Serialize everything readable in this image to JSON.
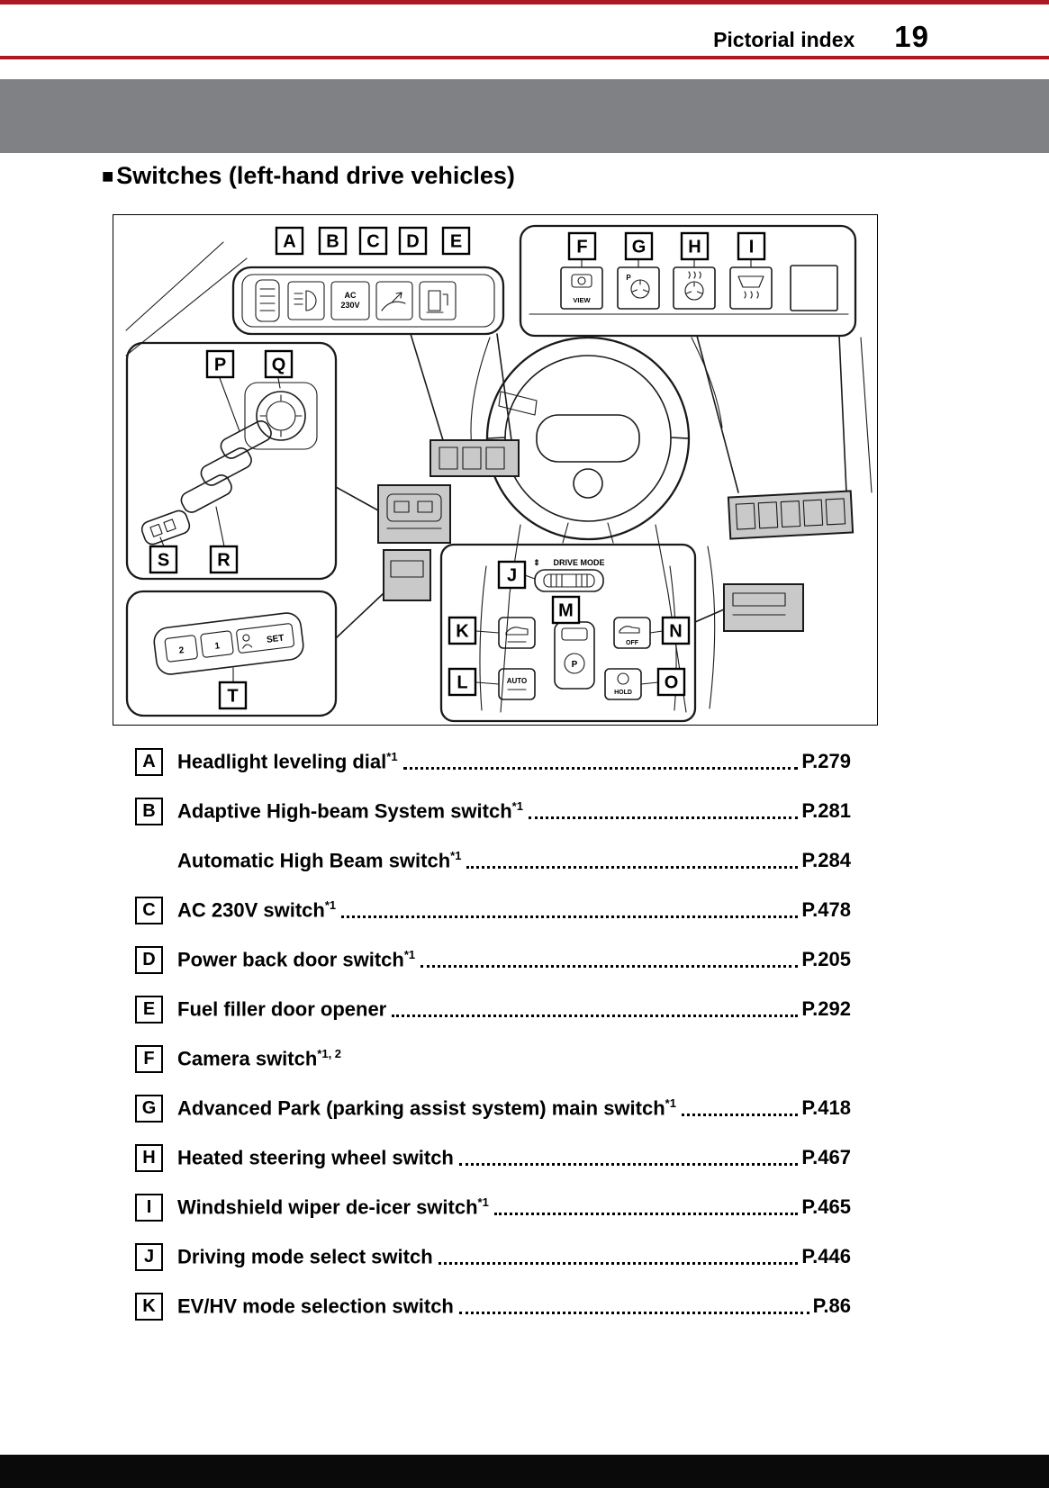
{
  "header": {
    "title": "Pictorial index",
    "page_number": "19"
  },
  "section": {
    "marker": "■",
    "title": "Switches (left-hand drive vehicles)"
  },
  "diagram": {
    "letters": {
      "a": "A",
      "b": "B",
      "c": "C",
      "d": "D",
      "e": "E",
      "f": "F",
      "g": "G",
      "h": "H",
      "i": "I",
      "j": "J",
      "k": "K",
      "l": "L",
      "m": "M",
      "n": "N",
      "o": "O",
      "p": "P",
      "q": "Q",
      "r": "R",
      "s": "S",
      "t": "T"
    },
    "texts": {
      "ac_line1": "AC",
      "ac_line2": "230V",
      "view": "VIEW",
      "park": "P",
      "drive_arrow": "⇕",
      "drive_mode": "DRIVE MODE",
      "auto": "AUTO",
      "off": "OFF",
      "hold": "HOLD",
      "set": "SET",
      "seat_1": "1",
      "seat_2": "2"
    }
  },
  "index": {
    "rows": [
      {
        "label": "A",
        "text": "Headlight leveling dial",
        "sup": "*1",
        "page": "P.279"
      },
      {
        "label": "B",
        "text": "Adaptive High-beam System switch",
        "sup": "*1",
        "page": "P.281"
      },
      {
        "label": "",
        "text": "Automatic High Beam switch",
        "sup": "*1",
        "page": "P.284"
      },
      {
        "label": "C",
        "text": "AC 230V switch",
        "sup": "*1",
        "page": "P.478"
      },
      {
        "label": "D",
        "text": "Power back door switch",
        "sup": "*1",
        "page": "P.205"
      },
      {
        "label": "E",
        "text": "Fuel filler door opener",
        "sup": "",
        "page": "P.292"
      },
      {
        "label": "F",
        "text": "Camera switch",
        "sup": "*1, 2",
        "page": ""
      },
      {
        "label": "G",
        "text": "Advanced Park (parking assist system) main switch",
        "sup": "*1",
        "page": "P.418"
      },
      {
        "label": "H",
        "text": "Heated steering wheel switch",
        "sup": "",
        "page": "P.467"
      },
      {
        "label": "I",
        "text": "Windshield wiper de-icer switch",
        "sup": "*1",
        "page": "P.465"
      },
      {
        "label": "J",
        "text": "Driving mode select switch",
        "sup": "",
        "page": "P.446"
      },
      {
        "label": "K",
        "text": "EV/HV mode selection switch",
        "sup": "",
        "page": "P.86"
      }
    ]
  },
  "colors": {
    "rule_red": "#ab1a22",
    "banner_gray": "#808184",
    "highlight_gray": "#c9c9c9",
    "footer_black": "#0a0a0a"
  }
}
